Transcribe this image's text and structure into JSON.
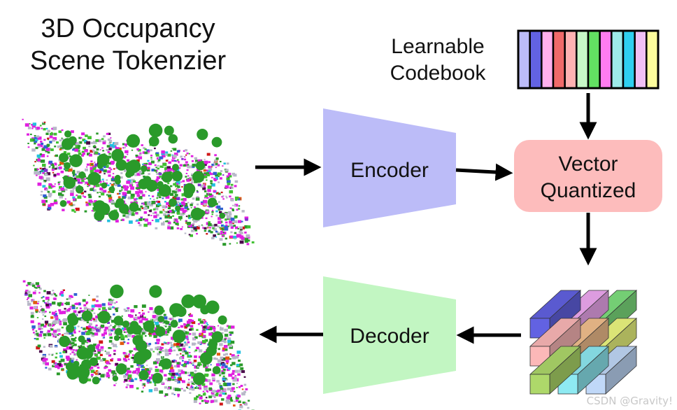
{
  "title_line1": "3D Occupancy",
  "title_line2": "Scene Tokenzier",
  "codebook_line1": "Learnable",
  "codebook_line2": "Codebook",
  "encoder_label": "Encoder",
  "decoder_label": "Decoder",
  "vq_line1": "Vector",
  "vq_line2": "Quantized",
  "watermark": "CSDN @Gravity!",
  "colors": {
    "encoder_fill": "#bcbcf8",
    "decoder_fill": "#c2f6c2",
    "vq_fill": "#fdbcbc",
    "codebook": [
      "#bcbcf8",
      "#6262e2",
      "#ffb0ee",
      "#f06a6a",
      "#ffb2b2",
      "#c8f8c8",
      "#62e062",
      "#ff7cf0",
      "#9eeaea",
      "#2fd0f0",
      "#f0c0f5",
      "#fcfc9c"
    ],
    "tokens": [
      "#6262e2",
      "#f0aaf2",
      "#7ee07e",
      "#fcb8b8",
      "#f3c08e",
      "#eef880",
      "#aed86a",
      "#8eeaf2",
      "#c0d8f8"
    ]
  },
  "scene_palette": [
    "#e020e0",
    "#2a9a2a",
    "#3fc030",
    "#b8b8c8",
    "#3060d0",
    "#22c0e0",
    "#d01818",
    "#4a0a4a",
    "#e05a10",
    "#8030d0"
  ]
}
